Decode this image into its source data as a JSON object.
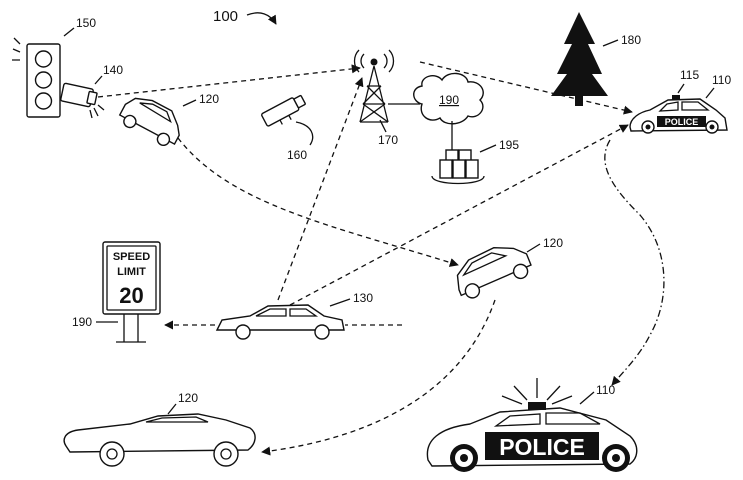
{
  "figure": {
    "number": "100"
  },
  "labels": {
    "traffic_light": "150",
    "camera_on_light": "140",
    "car_top": "120",
    "camera_handheld": "160",
    "tower": "170",
    "cloud": "190",
    "servers": "195",
    "tree": "180",
    "police_top_vehicle": "110",
    "police_top_beacon": "115",
    "car_middle": "120",
    "sign": "190",
    "target_vehicle": "130",
    "car_bottom": "120",
    "police_bottom": "110"
  },
  "sign": {
    "line1": "SPEED",
    "line2": "LIMIT",
    "value": "20"
  },
  "police_text": {
    "small": "POLICE",
    "large": "POLICE"
  }
}
